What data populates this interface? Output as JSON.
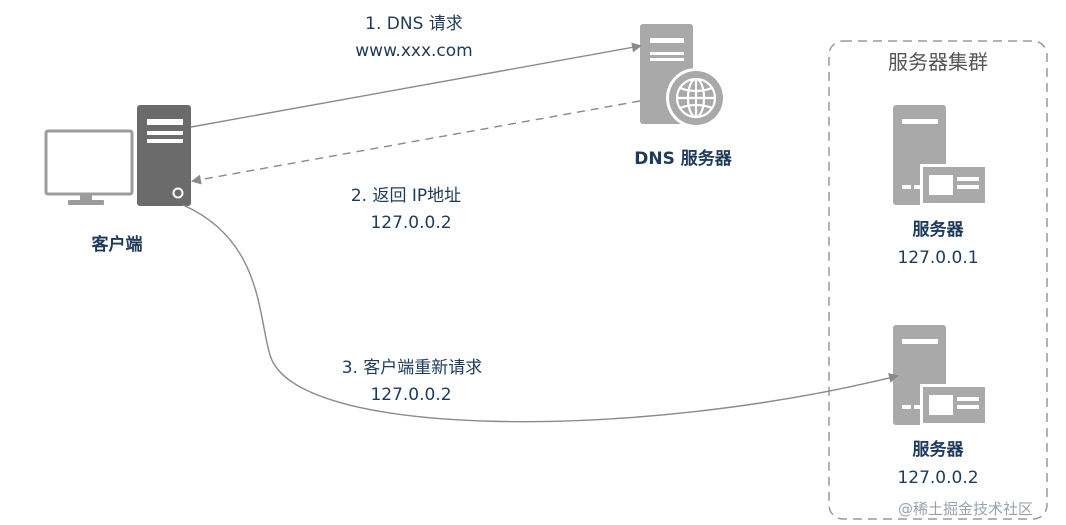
{
  "steps": {
    "step1_title": "1. DNS 请求",
    "step1_sub": "www.xxx.com",
    "step2_title": "2. 返回 IP地址",
    "step2_sub": "127.0.0.2",
    "step3_title": "3. 客户端重新请求",
    "step3_sub": "127.0.0.2"
  },
  "nodes": {
    "client_label": "客户端",
    "dns_label": "DNS 服务器",
    "cluster_label": "服务器集群",
    "server1_label": "服务器",
    "server1_ip": "127.0.0.1",
    "server2_label": "服务器",
    "server2_ip": "127.0.0.2"
  },
  "watermark": "@稀土掘金技术社区",
  "colors": {
    "text": "#1f3a5a",
    "icon_gray": "#a9a9a9",
    "icon_dark": "#6b6b6b",
    "arrow": "#8a8a8a",
    "cluster_border": "#9a9a9a"
  }
}
